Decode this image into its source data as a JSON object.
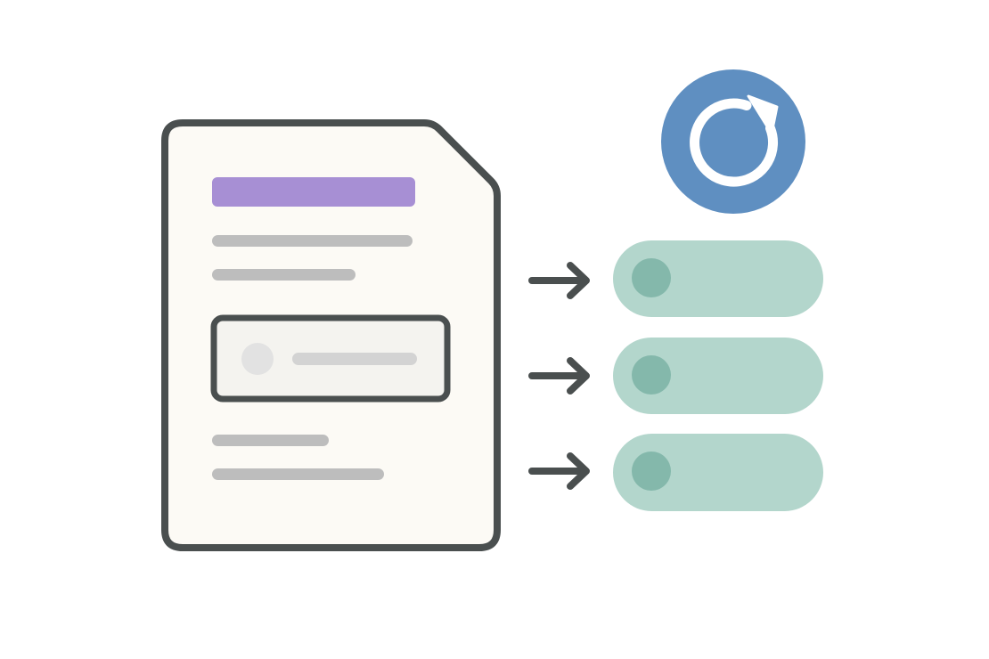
{
  "colors": {
    "background": "#ffffff",
    "document_fill": "#fcfaf5",
    "document_stroke": "#4a4f4f",
    "header_bar": "#a78fd4",
    "text_line": "#bdbdbd",
    "highlight_box_fill": "#f4f3ef",
    "highlight_dot": "#e2e2e2",
    "highlight_line": "#d3d3d3",
    "arrow": "#4a4f4f",
    "refresh_circle": "#5f8fc1",
    "refresh_glyph": "#ffffff",
    "toggle_track": "#b3d6cc",
    "toggle_knob": "#84b8ab"
  },
  "icons": {
    "document": "document-icon",
    "refresh": "refresh-icon",
    "arrow": "arrow-right-icon",
    "toggle": "toggle-icon"
  },
  "toggles": [
    {
      "state": "off"
    },
    {
      "state": "off"
    },
    {
      "state": "off"
    }
  ]
}
